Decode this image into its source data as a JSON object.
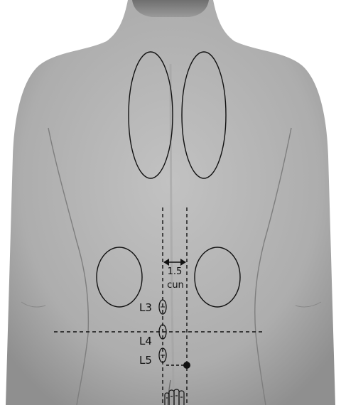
{
  "figure": {
    "labels": {
      "vertebrae": [
        "L3",
        "L4",
        "L5"
      ],
      "distance_value": "1.5",
      "distance_unit": "cun"
    }
  }
}
